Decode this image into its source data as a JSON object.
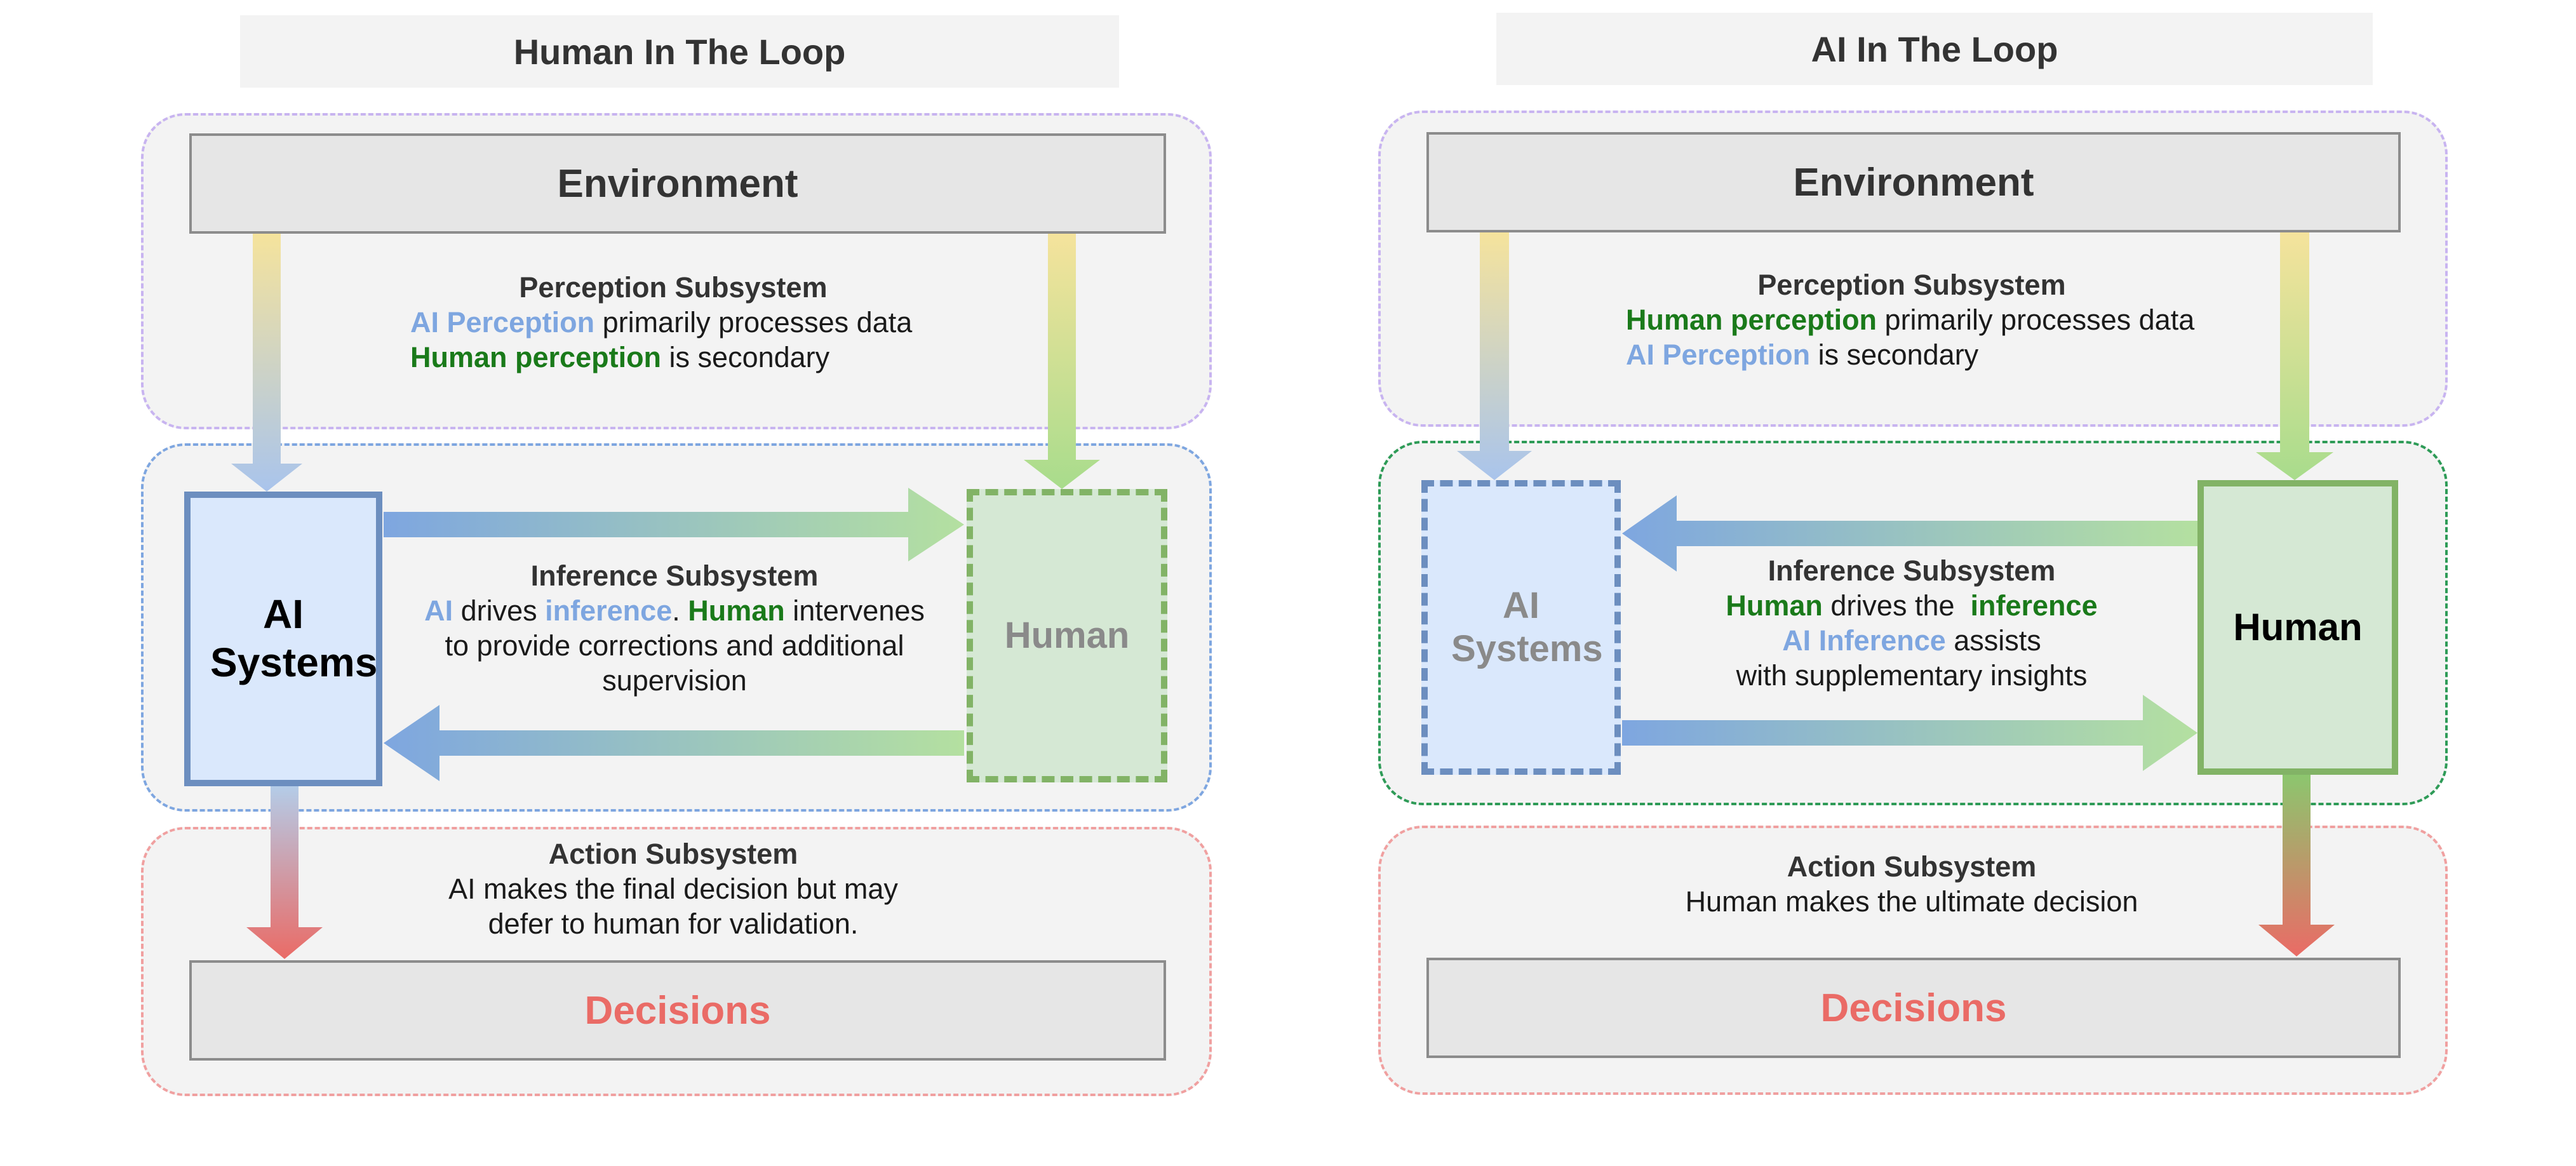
{
  "colors": {
    "ai_blue": "#7ea6e0",
    "ai_blue_dark": "#6c8ebf",
    "ai_fill": "#dae8fc",
    "human_green": "#1a7a1a",
    "human_light": "#b9e0a5",
    "human_border": "#82b366",
    "human_fill": "#d5e8d4",
    "decision_red": "#ea6b66",
    "env_yellow": "#f5e39c",
    "zone_purple": "#c8b4f0",
    "zone_blue": "#7ea6e0",
    "zone_green": "#2e9b57",
    "zone_red": "#f0a0a0"
  },
  "left": {
    "title": "Human In The Loop",
    "environment": "Environment",
    "perception": {
      "heading": "Perception Subsystem",
      "line1_highlight": "AI Perception",
      "line1_rest": " primarily processes data",
      "line2_highlight": "Human perception",
      "line2_rest": " is secondary"
    },
    "ai_node": "AI Systems",
    "human_node": "Human",
    "inference": {
      "heading": "Inference Subsystem",
      "w1": "AI",
      "w2": " drives ",
      "w3": "inference",
      "w4": ". ",
      "w5": "Human",
      "w6": "  intervenes",
      "line2": "to provide corrections and additional",
      "line3": "supervision"
    },
    "action": {
      "heading": "Action Subsystem",
      "line1": "AI makes the final decision but may",
      "line2": "defer to human  for validation."
    },
    "decisions": "Decisions"
  },
  "right": {
    "title": "AI In The Loop",
    "environment": "Environment",
    "perception": {
      "heading": "Perception Subsystem",
      "line1_highlight": "Human perception",
      "line1_rest": " primarily processes data",
      "line2_highlight": "AI Perception",
      "line2_rest": " is secondary"
    },
    "ai_node": "AI Systems",
    "human_node": "Human",
    "inference": {
      "heading": "Inference Subsystem",
      "w1": "Human",
      "w2": " drives the  ",
      "w3": "inference",
      "line2_highlight": "AI Inference",
      "line2_rest": " assists",
      "line3": "with supplementary insights"
    },
    "action": {
      "heading": "Action Subsystem",
      "line1": "Human makes the ultimate decision"
    },
    "decisions": "Decisions"
  }
}
